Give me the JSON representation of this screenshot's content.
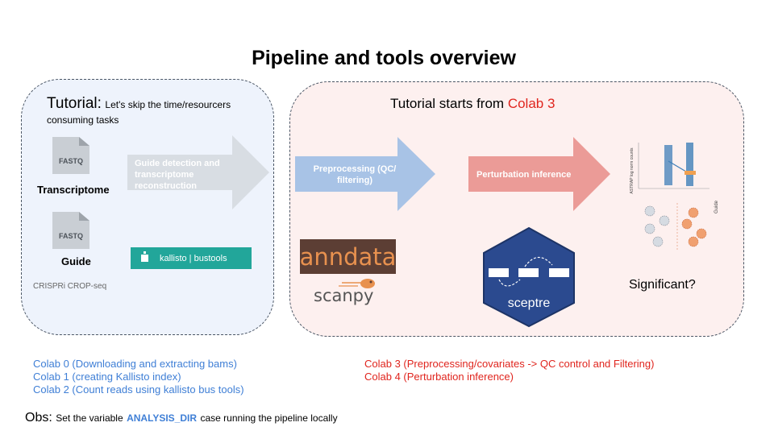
{
  "slide": {
    "title": "Pipeline and tools overview"
  },
  "left_panel": {
    "heading_main": "Tutorial:",
    "heading_sub": "Let's skip the time/resourcers consuming tasks",
    "files": [
      {
        "icon_text": "FASTQ",
        "label": "Transcriptome"
      },
      {
        "icon_text": "FASTQ",
        "label": "Guide"
      }
    ],
    "arrow_label": "Guide detection and transcriptome reconstruction",
    "tool_label": "kallisto | bustools",
    "footnote": "CRISPRi CROP-seq"
  },
  "right_panel": {
    "heading_prefix": "Tutorial starts from",
    "heading_highlight": "Colab 3",
    "step1_label": "Preprocessing (QC/ filtering)",
    "step2_label": "Perturbation inference",
    "anndata_logo": "anndata",
    "scanpy_logo": "scanpy",
    "sceptre_logo": "sceptre",
    "result_question": "Significant?",
    "plot_ylabel": "ASTRAP log norm counts",
    "plot_side_label": "Guide"
  },
  "colabs_left": [
    "Colab 0 (Downloading and extracting bams)",
    "Colab 1 (creating Kallisto index)",
    "Colab 2 (Count reads using kallisto bus tools)"
  ],
  "colabs_right": [
    "Colab 3 (Preprocessing/covariates -> QC control and Filtering)",
    "Colab 4 (Perturbation inference)"
  ],
  "obs": {
    "prefix": "Obs:",
    "before": "Set the variable",
    "variable": "ANALYSIS_DIR",
    "after": "case running the pipeline locally"
  },
  "colors": {
    "left_panel_bg": "#eef3fc",
    "right_panel_bg": "#fdf0ef",
    "arrow_grey": "#d8dde3",
    "arrow_blue": "#a8c3e6",
    "arrow_red": "#eb9b97",
    "accent_red": "#e0251e",
    "accent_blue": "#3f7fd6",
    "kallisto_teal": "#22a69a",
    "sceptre_navy": "#2b4a8f"
  }
}
